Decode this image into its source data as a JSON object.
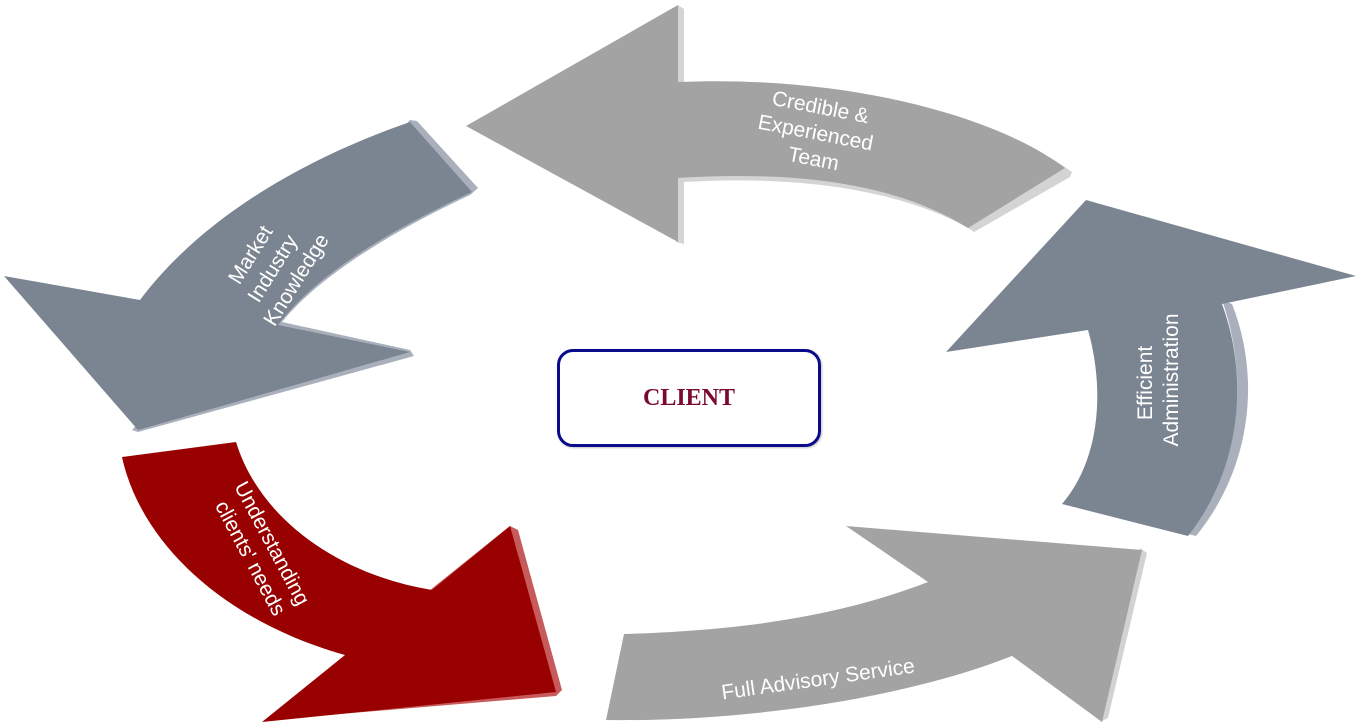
{
  "center": {
    "label": "CLIENT"
  },
  "arrows": [
    {
      "lines": [
        "Credible &",
        "Experienced",
        "Team"
      ]
    },
    {
      "lines": [
        "Market",
        "Industry",
        "Knowledge"
      ]
    },
    {
      "lines": [
        "Understanding",
        "clients' needs"
      ]
    },
    {
      "lines": [
        "Full Advisory Service"
      ]
    },
    {
      "lines": [
        "Efficient",
        "Administration"
      ]
    }
  ],
  "colors": {
    "light_gray_arrow": "#a3a3a3",
    "slate_arrow": "#7b8591",
    "red_arrow": "#990000",
    "center_border": "#0a0a8c",
    "center_text": "#7a0a2e",
    "arrow_text": "#ffffff"
  }
}
